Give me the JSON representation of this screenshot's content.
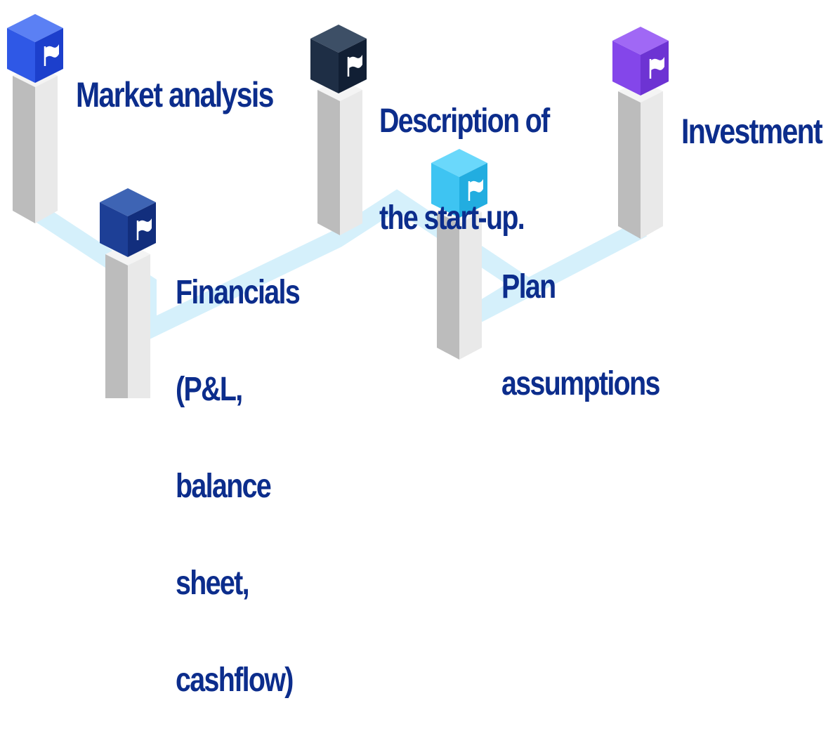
{
  "colors": {
    "path": "#d5f0fb",
    "pillar_left": "#bcbcbc",
    "pillar_right": "#e9e9e9",
    "pillar_top": "#f4f4f4",
    "text": "#0c2d8c"
  },
  "steps": [
    {
      "id": "market-analysis",
      "lines": [
        "Market analysis"
      ],
      "cube_top": "#5b80f4",
      "cube_left": "#2f58e6",
      "cube_right": "#1c3fcc",
      "icon": "flag-icon"
    },
    {
      "id": "financials",
      "lines": [
        "Financials",
        "(P&L,",
        "balance",
        "sheet,",
        "cashflow)"
      ],
      "cube_top": "#3e64b4",
      "cube_left": "#1d3f96",
      "cube_right": "#122e7d",
      "icon": "flag-icon"
    },
    {
      "id": "description",
      "lines": [
        "Description of",
        "the start-up."
      ],
      "cube_top": "#3d4f66",
      "cube_left": "#1e2e45",
      "cube_right": "#111f34",
      "icon": "flag-icon"
    },
    {
      "id": "plan-assumptions",
      "lines": [
        "Plan",
        "assumptions"
      ],
      "cube_top": "#6ad8fb",
      "cube_left": "#3ec4f2",
      "cube_right": "#22ade0",
      "icon": "flag-icon"
    },
    {
      "id": "investment",
      "lines": [
        "Investment"
      ],
      "cube_top": "#a068f5",
      "cube_left": "#8446ea",
      "cube_right": "#6d33d3",
      "icon": "flag-icon"
    }
  ]
}
